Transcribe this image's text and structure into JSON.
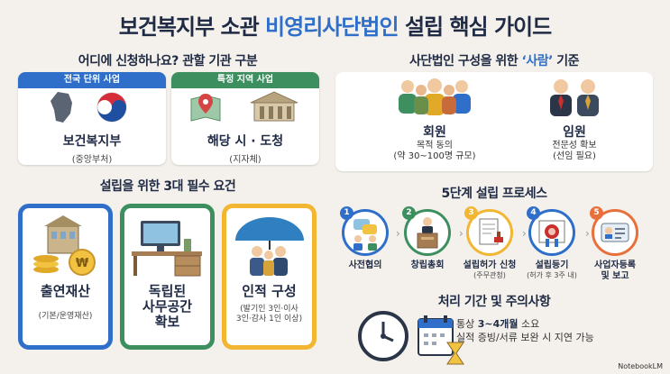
{
  "title": {
    "prefix": "보건복지부 소관 ",
    "highlight": "비영리사단법인",
    "suffix": " 설립 핵심 가이드"
  },
  "agency_section": {
    "heading": "어디에 신청하나요? 관할 기관 구분",
    "cards": [
      {
        "bar": "전국 단위 사업",
        "name": "보건복지부",
        "sub": "(중앙부처)",
        "bar_color": "#2f6fc9"
      },
      {
        "bar": "특정 지역 사업",
        "name": "해당 시 · 도청",
        "sub": "(지자체)",
        "bar_color": "#3d8f5f"
      }
    ]
  },
  "requirements_section": {
    "heading": "설립을 위한 3대 필수 요건",
    "cards": [
      {
        "title": "출연재산",
        "note": "(기본/운영재산)",
        "border": "#2f6fc9"
      },
      {
        "title_lines": [
          "독립된",
          "사무공간",
          "확보"
        ],
        "border": "#3d8f5f"
      },
      {
        "title": "인적 구성",
        "note_lines": [
          "(발기인 3인·이사",
          "3인·감사 1인 이상)"
        ],
        "border": "#f2b632"
      }
    ]
  },
  "people_section": {
    "heading_prefix": "사단법인 구성을 위한 ",
    "heading_quote": "‘사람’",
    "heading_suffix": " 기준",
    "groups": [
      {
        "name": "회원",
        "desc1": "목적 동의",
        "desc2": "(약 30~100명 규모)"
      },
      {
        "name": "임원",
        "desc1": "전문성 확보",
        "desc2": "(선임 필요)"
      }
    ]
  },
  "process_section": {
    "heading": "5단계 설립 프로세스",
    "steps": [
      {
        "num": "1",
        "label": "사전협의",
        "note": "",
        "color": "#2f6fc9"
      },
      {
        "num": "2",
        "label": "창립총회",
        "note": "",
        "color": "#3d8f5f"
      },
      {
        "num": "3",
        "label": "설립허가 신청",
        "note": "(주무관청)",
        "color": "#f2b632"
      },
      {
        "num": "4",
        "label": "설립등기",
        "note": "(허가 후 3주 내)",
        "color": "#2f6fc9"
      },
      {
        "num": "5",
        "label_lines": [
          "사업자등록",
          "및 보고"
        ],
        "color": "#e8703a"
      }
    ]
  },
  "period_section": {
    "heading": "처리 기간 및 주의사항",
    "line1_prefix": "통상 ",
    "line1_bold": "3~4개월",
    "line1_suffix": " 소요",
    "line2": "실적 증빙/서류 보완 시 지연 가능"
  },
  "brand": "NotebookLM"
}
